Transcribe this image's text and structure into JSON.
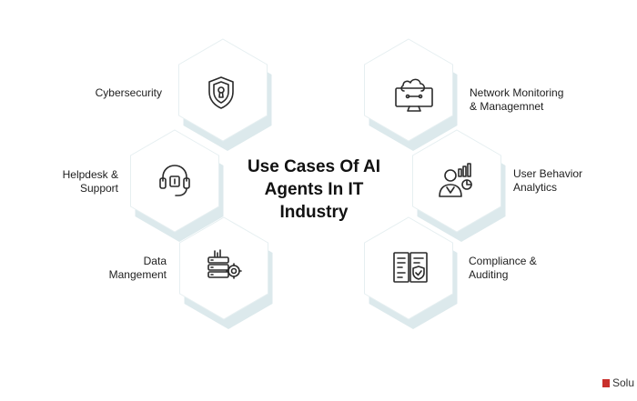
{
  "diagram": {
    "title": "Use Cases Of AI\nAgents In IT\nIndustry",
    "use_cases": [
      {
        "label": "Cybersecurity",
        "icon": "shield-lock-icon",
        "side": "left"
      },
      {
        "label": "Helpdesk &\nSupport",
        "icon": "headset-icon",
        "side": "left"
      },
      {
        "label": "Data\nMangement",
        "icon": "database-gear-icon",
        "side": "left"
      },
      {
        "label": "Network Monitoring\n& Managemnet",
        "icon": "cloud-monitor-icon",
        "side": "right"
      },
      {
        "label": "User Behavior\nAnalytics",
        "icon": "user-analytics-icon",
        "side": "right"
      },
      {
        "label": "Compliance &\nAuditing",
        "icon": "compliance-document-icon",
        "side": "right"
      }
    ]
  },
  "brand": {
    "text": "Solu",
    "accent_color": "#c9302c"
  },
  "colors": {
    "hex_shadow": "#dce9ec",
    "icon_stroke": "#2a2a2a"
  }
}
